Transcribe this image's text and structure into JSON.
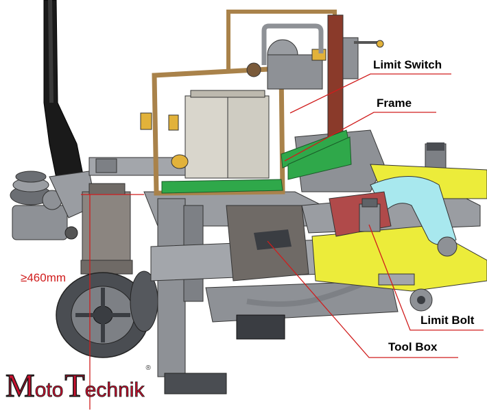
{
  "labels": {
    "limit_switch": "Limit Switch",
    "frame": "Frame",
    "limit_bolt": "Limit Bolt",
    "tool_box": "Tool Box",
    "height_dimension": "≥460mm"
  },
  "logo": {
    "text": "MotoTechnik",
    "part1_big": "M",
    "part1_small": "oto",
    "part2_big": "T",
    "part2_small": "echnik",
    "registered": "®"
  },
  "colors": {
    "leader_line": "#d01c1c",
    "steel": "#8e9196",
    "steel_dark": "#5f6368",
    "yellow_arm": "#ecec3a",
    "cyan_part": "#a8e8ee",
    "red_plate": "#b04a4a",
    "green_board": "#2fa84a",
    "wood_frame": "#a9824a",
    "battery": "#d9d6cc",
    "pallet_handle": "#111111",
    "logo_red": "#c8102e"
  }
}
